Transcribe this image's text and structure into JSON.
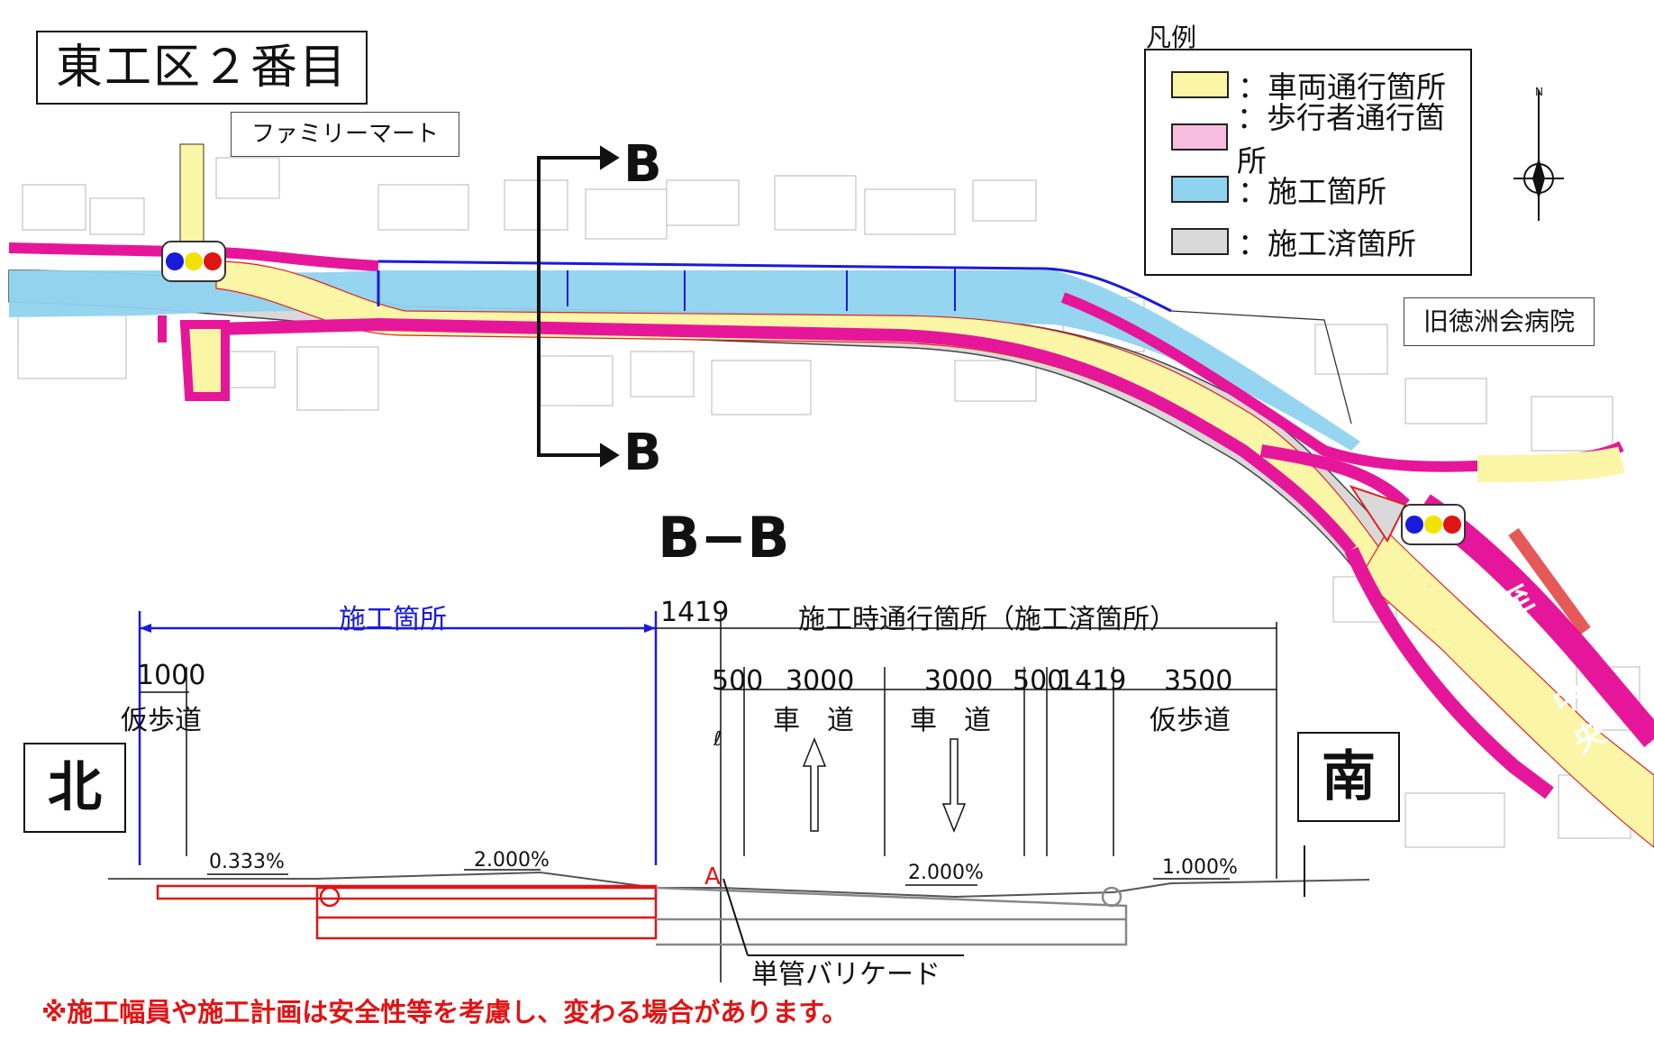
{
  "title": "東工区２番目",
  "landmarks": {
    "family_mart": "ファミリーマート",
    "old_hospital": "旧徳洲会病院",
    "destination": "至 泉中央"
  },
  "legend": {
    "title": "凡例",
    "items": [
      {
        "label": "：車両通行箇所",
        "color": "#fbf5a6"
      },
      {
        "label": "：歩行者通行箇所",
        "color": "#f7bde0"
      },
      {
        "label": "：施工箇所",
        "color": "#8fd3ef"
      },
      {
        "label": "：施工済箇所",
        "color": "#d9d9d9"
      }
    ]
  },
  "section": {
    "marker": "B",
    "title": "B−B",
    "north": "北",
    "south": "南",
    "construction_area": "施工箇所",
    "passage_area": "施工時通行箇所（施工済箇所）",
    "dims": {
      "d1419_top": "1419",
      "d1000": "1000",
      "d500a": "500",
      "d3000a": "3000",
      "d3000b": "3000",
      "d500b": "500",
      "d1419b": "1419",
      "d3500": "3500"
    },
    "labels": {
      "temp_sidewalk_left": "仮歩道",
      "roadway_a": "車　道",
      "roadway_b": "車　道",
      "temp_sidewalk_right": "仮歩道",
      "barricade": "単管バリケード",
      "centerline": "ℓ",
      "a_mark": "A"
    },
    "slopes": {
      "s1": "0.333%",
      "s2": "2.000%",
      "s3": "2.000%",
      "s4": "1.000%"
    }
  },
  "note": "※施工幅員や施工計画は安全性等を考慮し、変わる場合があります。",
  "colors": {
    "magenta": "#e6169a",
    "yellow": "#fbf5a6",
    "cyan": "#8fd3ef",
    "gray": "#d9d9d9",
    "blue": "#1a1adc",
    "red": "#e01414"
  }
}
